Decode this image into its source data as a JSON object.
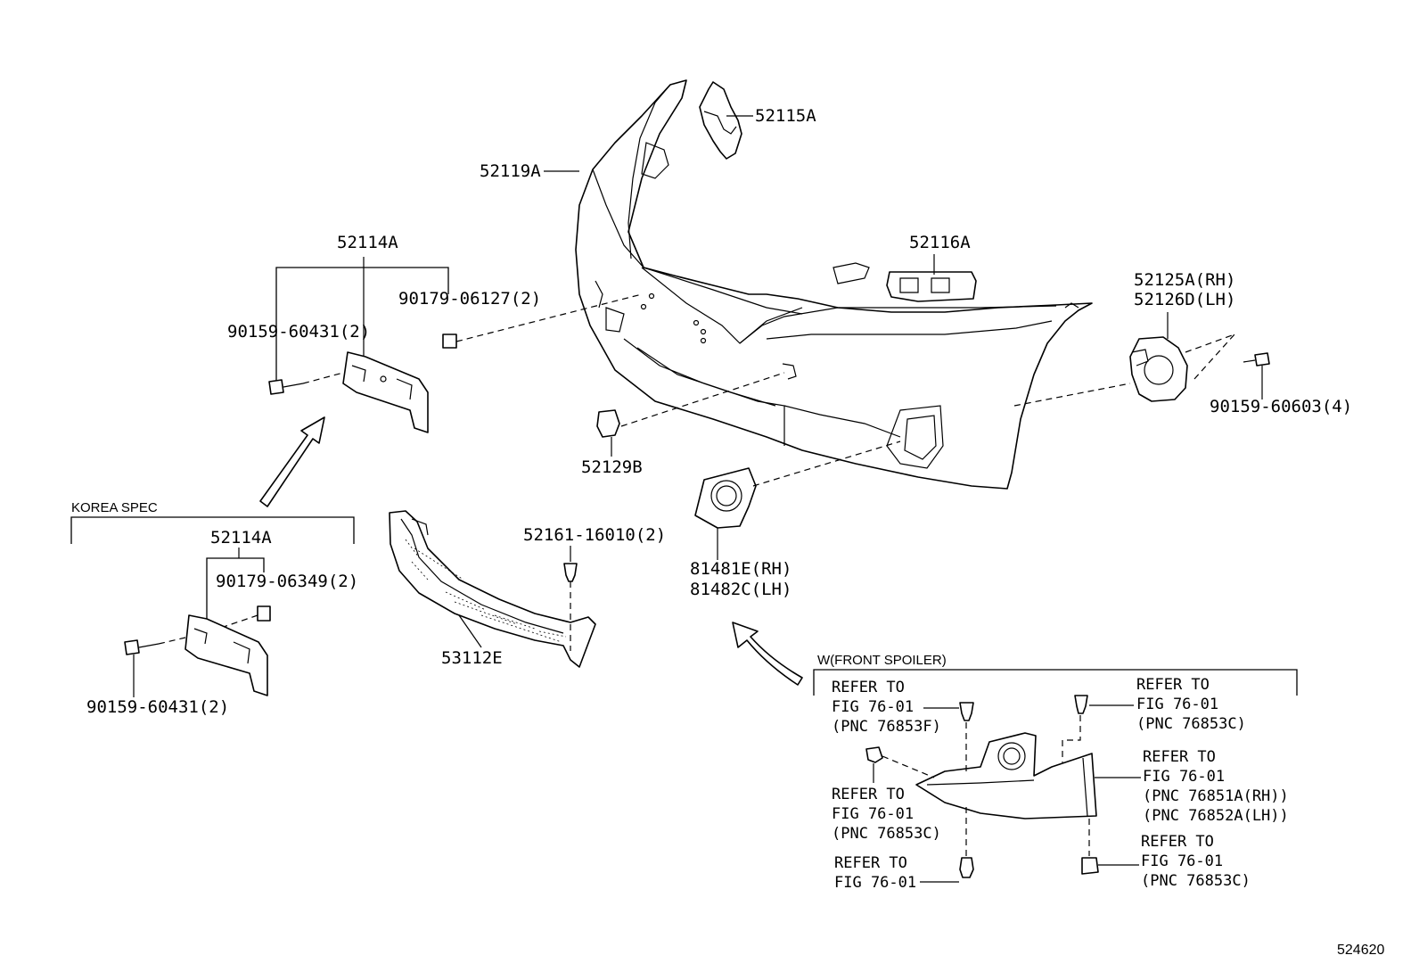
{
  "labels": {
    "bracket_retainer": "52115A",
    "bumper_cover": "52119A",
    "plate_bracket": "52114A",
    "nut_06127": "90179-06127(2)",
    "screw_60431_top": "90159-60431(2)",
    "retainer_52116a": "52116A",
    "foglamp_bracket_rh": "52125A(RH)",
    "foglamp_bracket_lh": "52126D(LH)",
    "screw_60603": "90159-60603(4)",
    "cap_52129b": "52129B",
    "clip_52161": "52161-16010(2)",
    "grille_53112e": "53112E",
    "foglamp_cover_rh": "81481E(RH)",
    "foglamp_cover_lh": "81482C(LH)",
    "korea_spec": "KOREA SPEC",
    "korea_bracket": "52114A",
    "korea_nut": "90179-06349(2)",
    "korea_screw": "90159-60431(2)",
    "front_spoiler": "W(FRONT SPOILER)",
    "diagram_id": "524620"
  },
  "refer_notes": {
    "refer_1": [
      "REFER TO",
      "FIG 76-01",
      "(PNC 76853F)"
    ],
    "refer_2": [
      "REFER TO",
      "FIG 76-01",
      "(PNC 76853C)"
    ],
    "refer_3": [
      "REFER TO",
      "FIG 76-01",
      "(PNC 76853C)"
    ],
    "refer_4": [
      "REFER TO",
      "FIG 76-01"
    ],
    "refer_5": [
      "REFER TO",
      "FIG 76-01",
      "(PNC 76851A(RH))",
      "(PNC 76852A(LH))"
    ],
    "refer_6": [
      "REFER TO",
      "FIG 76-01",
      "(PNC 76853C)"
    ]
  }
}
